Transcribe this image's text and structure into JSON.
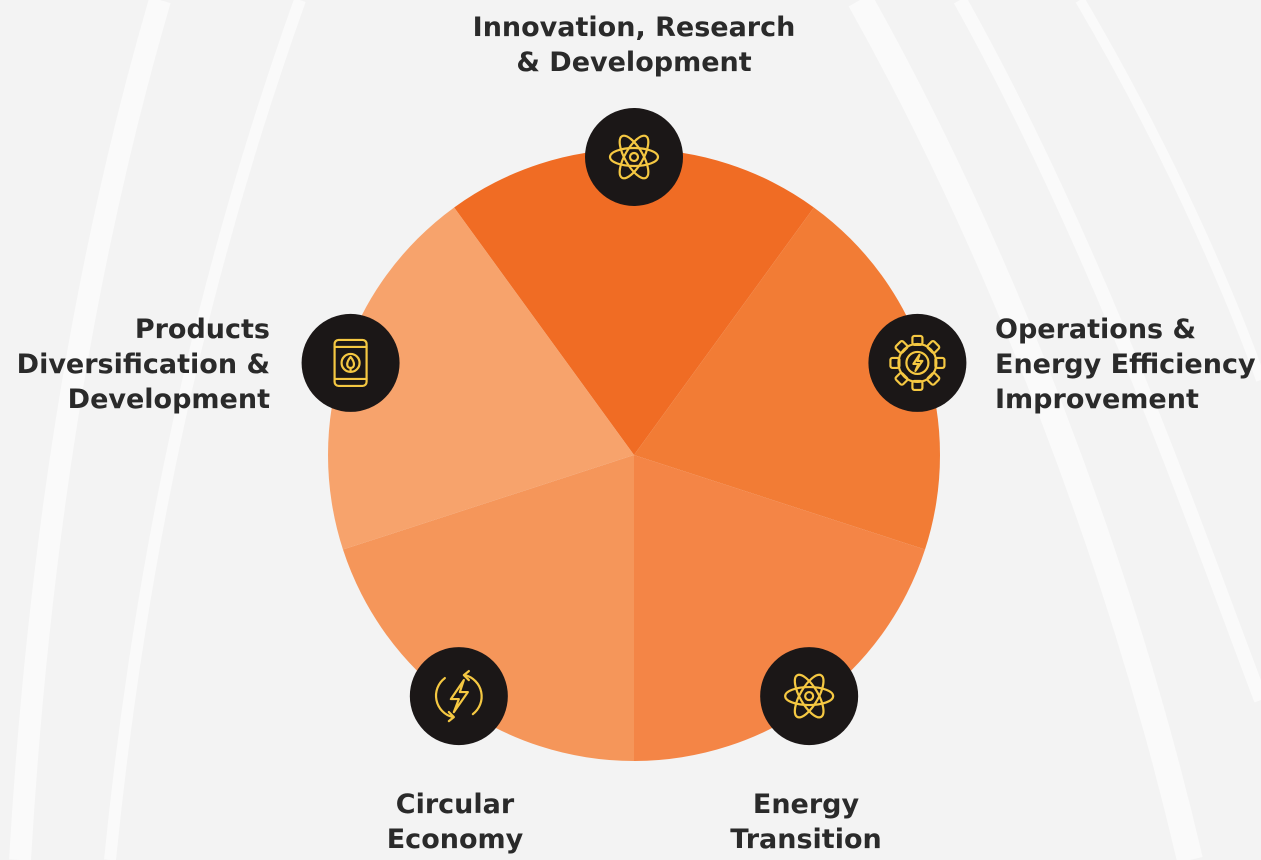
{
  "colors": {
    "background": "#f3f3f3",
    "badge": "#1b1717",
    "icon_stroke": "#f5c842",
    "segments": [
      "#f06c24",
      "#f27c35",
      "#f48546",
      "#f5965a",
      "#f7a36c"
    ]
  },
  "segments": [
    {
      "label_lines": [
        "Innovation, Research",
        "& Development"
      ],
      "icon": "atom-icon"
    },
    {
      "label_lines": [
        "Operations &",
        "Energy Efficiency",
        "Improvement"
      ],
      "icon": "gear-bolt-icon"
    },
    {
      "label_lines": [
        "Energy",
        "Transition"
      ],
      "icon": "atom-icon"
    },
    {
      "label_lines": [
        "Circular",
        "Economy"
      ],
      "icon": "bolt-cycle-icon"
    },
    {
      "label_lines": [
        "Products",
        "Diversification &",
        "Development"
      ],
      "icon": "oil-barrel-icon"
    }
  ]
}
